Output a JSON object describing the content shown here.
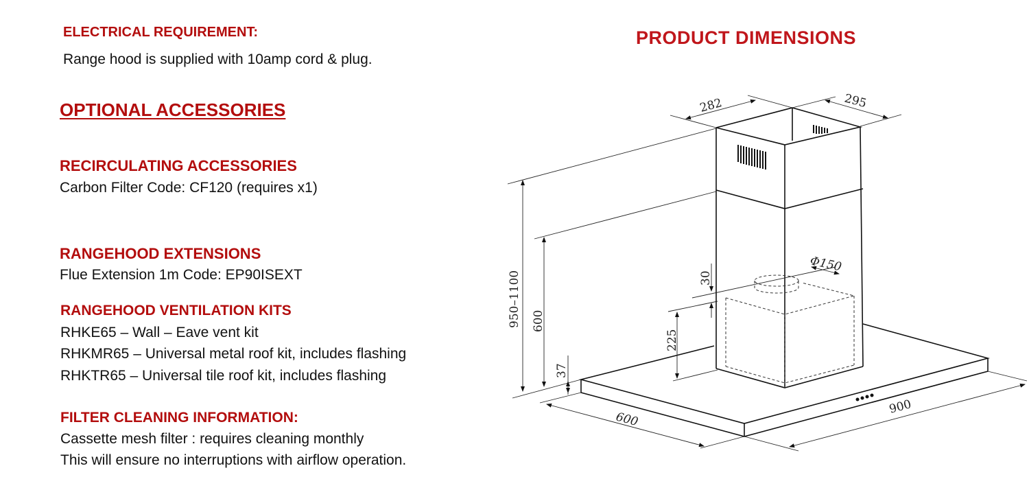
{
  "electrical": {
    "heading": "ELECTRICAL REQUIREMENT:",
    "text": "Range hood is supplied with 10amp cord & plug."
  },
  "optional": {
    "heading": "OPTIONAL ACCESSORIES"
  },
  "recirculating": {
    "heading": "RECIRCULATING ACCESSORIES",
    "text": "Carbon Filter Code: CF120 (requires x1)"
  },
  "extensions": {
    "heading": "RANGEHOOD EXTENSIONS",
    "text": "Flue Extension 1m Code: EP90ISEXT"
  },
  "kits": {
    "heading": "RANGEHOOD VENTILATION KITS",
    "items": [
      "RHKE65 – Wall – Eave vent kit",
      "RHKMR65 – Universal metal roof kit, includes flashing",
      "RHKTR65 – Universal tile roof kit, includes flashing"
    ]
  },
  "filter": {
    "heading": "FILTER CLEANING INFORMATION:",
    "lines": [
      "Cassette mesh filter : requires cleaning monthly",
      "This will ensure no interruptions with airflow operation."
    ]
  },
  "dimensions": {
    "title": "PRODUCT DIMENSIONS",
    "labels": {
      "chimney_width": "282",
      "chimney_depth": "295",
      "total_height": "950–1100",
      "chimney_lower": "600",
      "canopy_thickness": "37",
      "motor_height": "225",
      "spigot_offset": "30",
      "spigot_diameter": "Φ150",
      "depth": "600",
      "width": "900"
    }
  }
}
